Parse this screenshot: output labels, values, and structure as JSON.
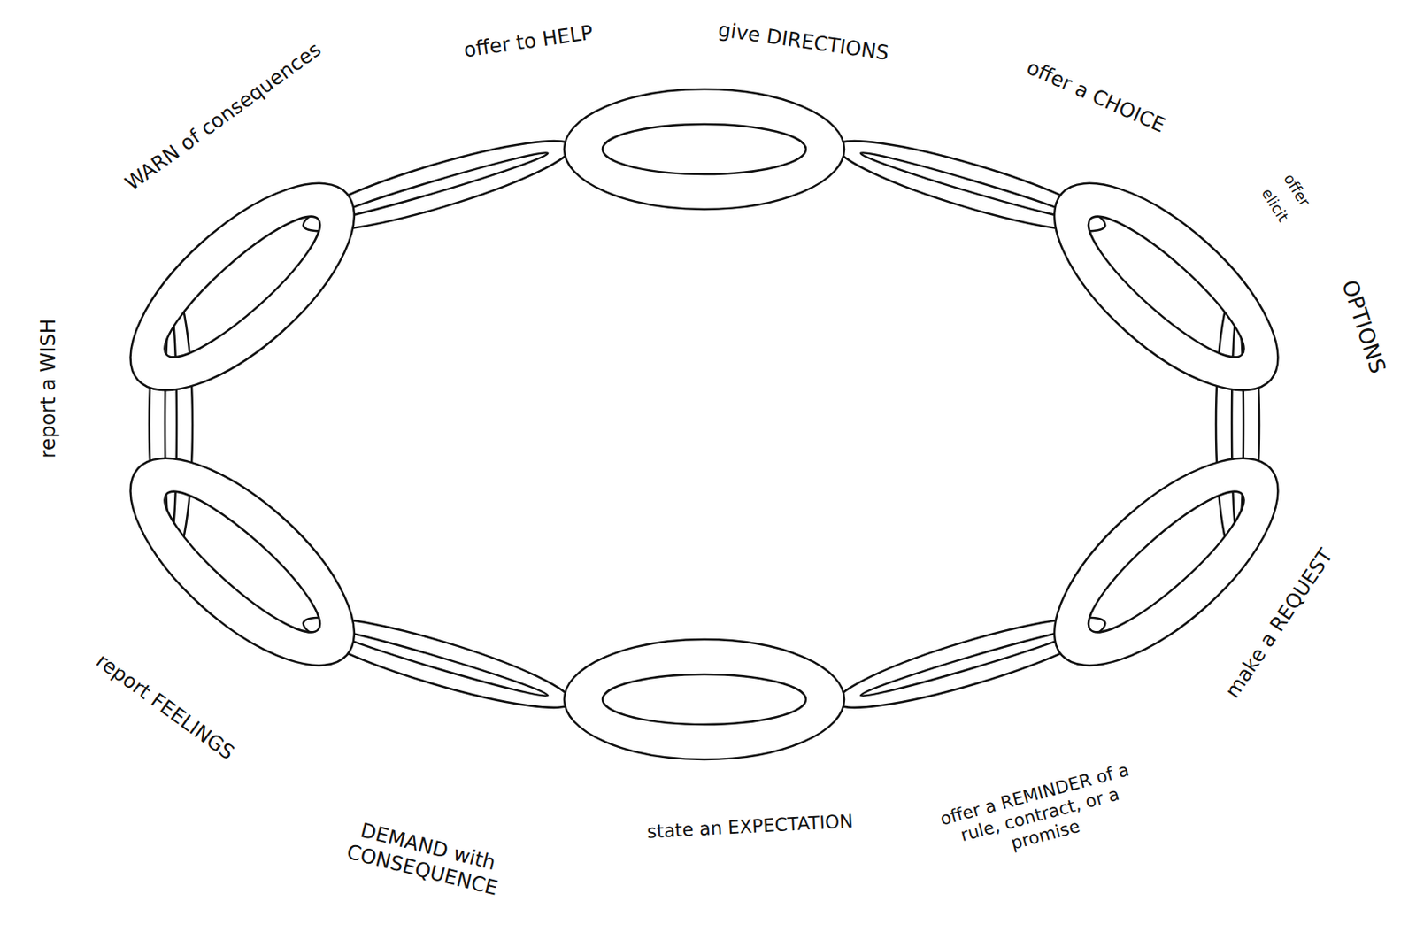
{
  "diagram": {
    "labels": [
      "offer to HELP",
      "give DIRECTIONS",
      "offer a CHOICE",
      "offer",
      "elicit",
      "OPTIONS",
      "make a REQUEST",
      "offer a REMINDER of a rule, contract, or a promise",
      "state an EXPECTATION",
      "DEMAND with CONSEQUENCE",
      "report FEELINGS",
      "report a WISH",
      "WARN of consequences"
    ]
  }
}
